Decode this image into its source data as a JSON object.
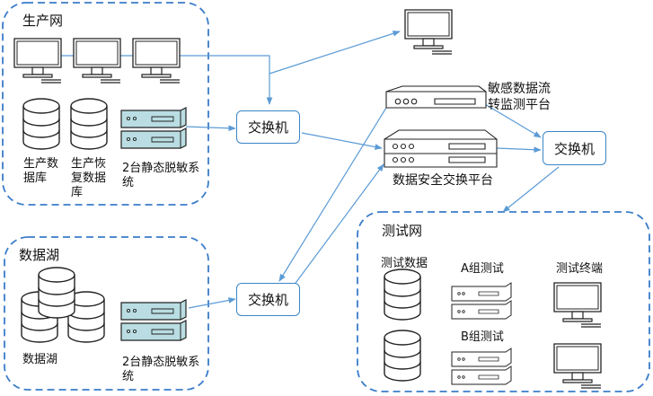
{
  "zones": {
    "production": {
      "title": "生产网"
    },
    "lake": {
      "title": "数据湖"
    },
    "test": {
      "title": "测试网"
    }
  },
  "production": {
    "db1": "生产数\n据库",
    "db2": "生产恢\n复数据\n库",
    "desensitizer": "2台静态脱敏系\n统"
  },
  "lake": {
    "db": "数据湖",
    "desensitizer": "2台静态脱敏系\n统"
  },
  "switches": {
    "top": "交换机",
    "bottom": "交换机",
    "right": "交换机"
  },
  "platforms": {
    "monitor": "敏感数据流\n转监测平台",
    "exchange": "数据安全交换平台"
  },
  "test": {
    "data": "测试数据",
    "groupA": "A组测试",
    "groupB": "B组测试",
    "terminal": "测试终端"
  },
  "colors": {
    "zone_border": "#3a7cc9",
    "arrow": "#5b9bd5",
    "device_fill": "#b9dde2",
    "outline": "#222222"
  }
}
